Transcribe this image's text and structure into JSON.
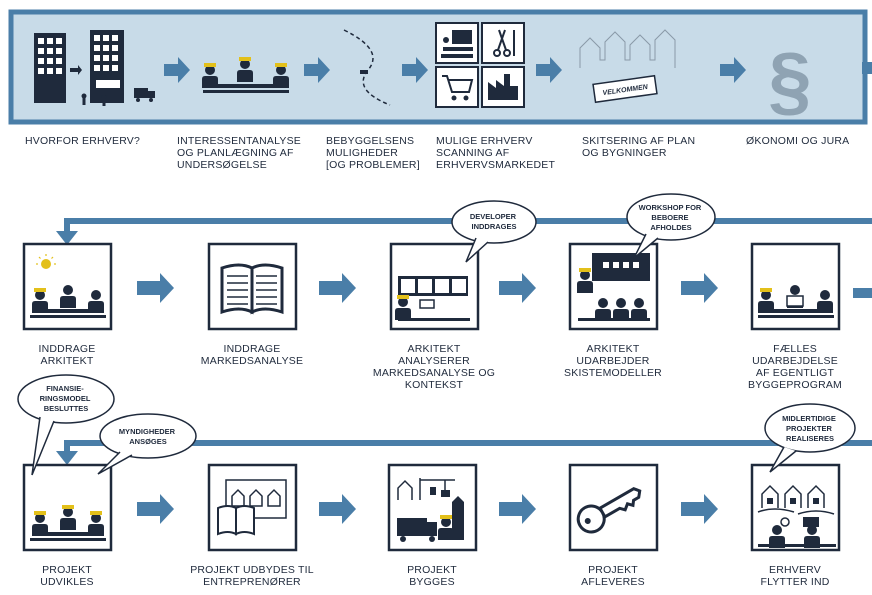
{
  "row1": {
    "steps": [
      {
        "lines": [
          "HVORFOR ERHVERV?"
        ]
      },
      {
        "lines": [
          "INTERESSENTANALYSE",
          "OG PLANLÆGNING AF",
          "UNDERSØGELSE"
        ]
      },
      {
        "lines": [
          "BEBYGGELSENS",
          "MULIGHEDER",
          "[OG PROBLEMER]"
        ]
      },
      {
        "lines": [
          "MULIGE ERHVERV",
          "SCANNING AF",
          "ERHVERVSMARKEDET"
        ]
      },
      {
        "lines": [
          "SKITSERING AF PLAN",
          "OG BYGNINGER"
        ]
      },
      {
        "lines": [
          "ØKONOMI OG JURA"
        ]
      }
    ],
    "sign_text": "VELKOMMEN"
  },
  "row2": {
    "steps": [
      {
        "lines": [
          "INDDRAGE",
          "ARKITEKT"
        ]
      },
      {
        "lines": [
          "INDDRAGE",
          "MARKEDSANALYSE"
        ]
      },
      {
        "lines": [
          "ARKITEKT",
          "ANALYSERER",
          "MARKEDSANALYSE OG",
          "KONTEKST"
        ]
      },
      {
        "lines": [
          "ARKITEKT",
          "UDARBEJDER",
          "SKISTEMODELLER"
        ]
      },
      {
        "lines": [
          "FÆLLES",
          "UDARBEJDELSE",
          "AF EGENTLIGT",
          "BYGGEPROGRAM"
        ]
      }
    ],
    "bubbles": [
      {
        "lines": [
          "DEVELOPER",
          "INDDRAGES"
        ]
      },
      {
        "lines": [
          "WORKSHOP FOR",
          "BEBOERE",
          "AFHOLDES"
        ]
      }
    ]
  },
  "row3": {
    "steps": [
      {
        "lines": [
          "PROJEKT",
          "UDVIKLES"
        ]
      },
      {
        "lines": [
          "PROJEKT UDBYDES TIL",
          "ENTREPRENØRER"
        ]
      },
      {
        "lines": [
          "PROJEKT",
          "BYGGES"
        ]
      },
      {
        "lines": [
          "PROJEKT",
          "AFLEVERES"
        ]
      },
      {
        "lines": [
          "ERHVERV",
          "FLYTTER IND"
        ]
      }
    ],
    "bubbles": [
      {
        "lines": [
          "FINANSIE-",
          "RINGSMODEL",
          "BESLUTTES"
        ]
      },
      {
        "lines": [
          "MYNDIGHEDER",
          "ANSØGES"
        ]
      },
      {
        "lines": [
          "MIDLERTIDIGE",
          "PROJEKTER",
          "REALISERES"
        ]
      }
    ]
  },
  "colors": {
    "arrow": "#4a7ea8",
    "panel": "#c8dbe8",
    "dark": "#1f2a3c",
    "accent": "#e3c01a"
  }
}
